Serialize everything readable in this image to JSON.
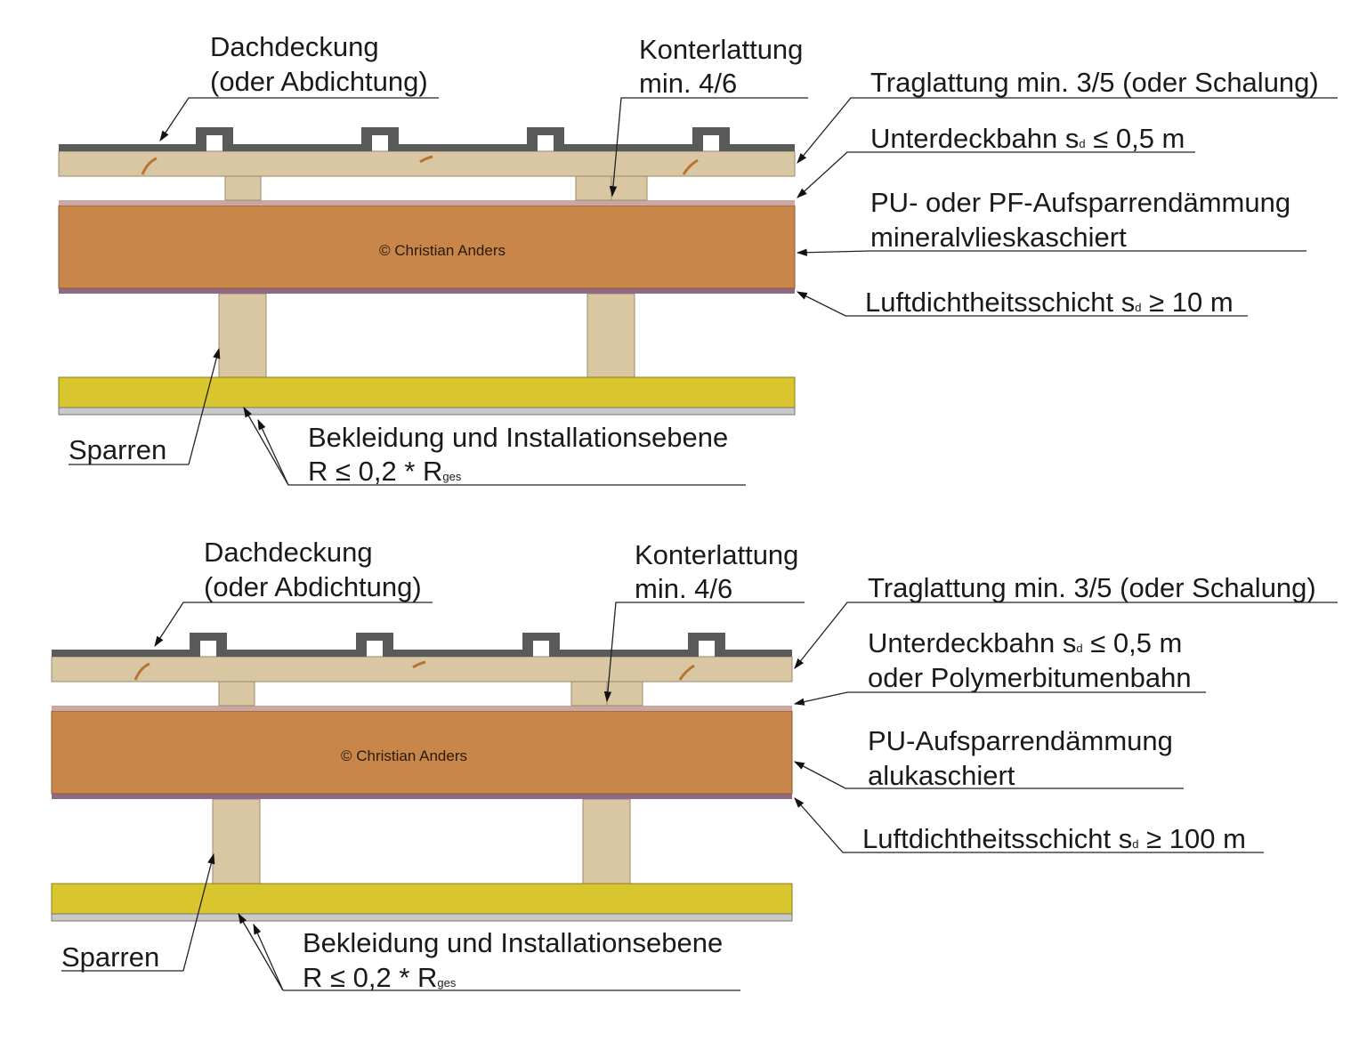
{
  "colors": {
    "roofing": "#5a5a5a",
    "batten": "#d9c7a4",
    "insulation": "#c8864a",
    "airtight_layer": "#8e6a86",
    "underlay": "#c9a7a3",
    "cladding": "#d9c52e",
    "cladding_base": "#c9c9c9"
  },
  "copyright": "© Christian Anders",
  "diagrams": [
    {
      "roofing": "Dachdeckung",
      "roofing_alt": "(oder Abdichtung)",
      "counter_batten": "Konterlattung",
      "counter_batten_size": "min. 4/6",
      "support_batten": "Traglattung min. 3/5 (oder Schalung)",
      "underlay_a": "Unterdeckbahn s",
      "underlay_sub": "d",
      "underlay_b": " ≤ 0,5 m",
      "underlay_extra": "",
      "insulation_line1": "PU- oder PF-Aufsparrendämmung",
      "insulation_line2": "mineralvlieskaschiert",
      "airtight_a": "Luftdichtheitsschicht s",
      "airtight_sub": "d",
      "airtight_b": " ≥ 10 m",
      "rafter": "Sparren",
      "cladding_line1": "Bekleidung und Installationsebene",
      "cladding_line2_a": "R ≤ 0,2 * R",
      "cladding_line2_sub": "ges"
    },
    {
      "roofing": "Dachdeckung",
      "roofing_alt": "(oder Abdichtung)",
      "counter_batten": "Konterlattung",
      "counter_batten_size": "min. 4/6",
      "support_batten": "Traglattung min. 3/5 (oder Schalung)",
      "underlay_a": "Unterdeckbahn s",
      "underlay_sub": "d",
      "underlay_b": " ≤ 0,5 m",
      "underlay_extra": "oder Polymerbitumenbahn",
      "insulation_line1": "PU-Aufsparrendämmung",
      "insulation_line2": "alukaschiert",
      "airtight_a": "Luftdichtheitsschicht s",
      "airtight_sub": "d",
      "airtight_b": " ≥ 100 m",
      "rafter": "Sparren",
      "cladding_line1": "Bekleidung und Installationsebene",
      "cladding_line2_a": "R ≤ 0,2 * R",
      "cladding_line2_sub": "ges"
    }
  ]
}
